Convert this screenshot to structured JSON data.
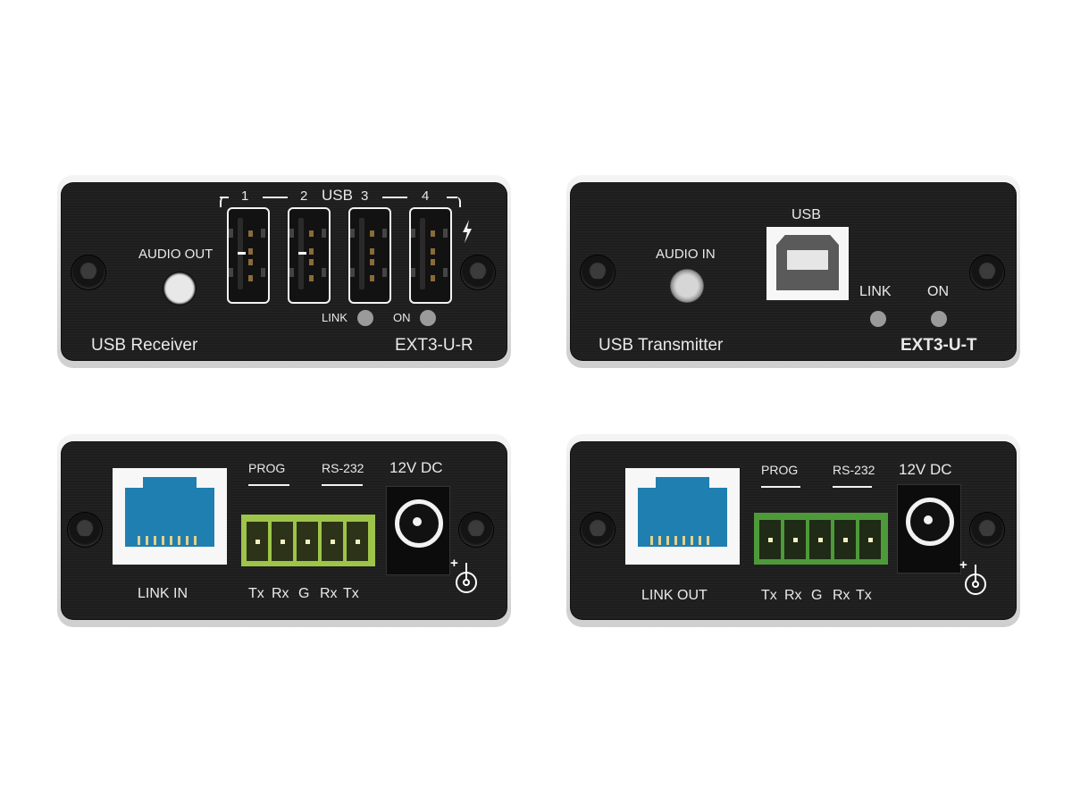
{
  "colors": {
    "panel": "#1e1e1f",
    "text": "#e9e9e9",
    "rj45": "#1f7fb0",
    "terminal_receiver": "#9ec449",
    "terminal_transmitter": "#4e9a3a",
    "led": "#9a9a9a"
  },
  "receiver_front": {
    "usb_group_label": "USB",
    "usb_ports": [
      "1",
      "2",
      "3",
      "4"
    ],
    "audio_label": "AUDIO OUT",
    "led_link": "LINK",
    "led_on": "ON",
    "device_name": "USB Receiver",
    "model": "EXT3-U-R",
    "power_icon": "lightning-bolt"
  },
  "transmitter_front": {
    "usb_label": "USB",
    "audio_label": "AUDIO IN",
    "led_link": "LINK",
    "led_on": "ON",
    "device_name": "USB Transmitter",
    "model": "EXT3-U-T"
  },
  "receiver_rear": {
    "link_label": "LINK IN",
    "prog_label": "PROG",
    "rs232_label": "RS-232",
    "dc_label": "12V DC",
    "terminal_pins": [
      "Tx",
      "Rx",
      "G",
      "Rx",
      "Tx"
    ]
  },
  "transmitter_rear": {
    "link_label": "LINK OUT",
    "prog_label": "PROG",
    "rs232_label": "RS-232",
    "dc_label": "12V DC",
    "terminal_pins": [
      "Tx",
      "Rx",
      "G",
      "Rx",
      "Tx"
    ]
  }
}
